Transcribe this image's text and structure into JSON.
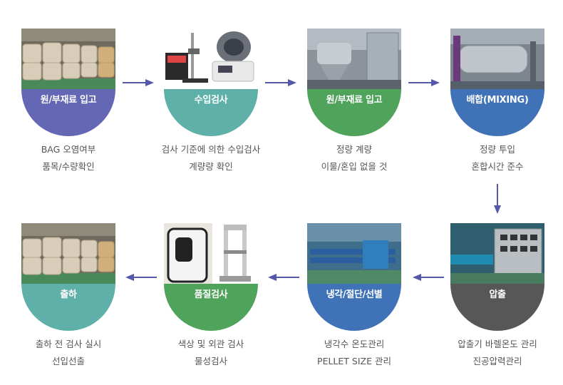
{
  "colors": {
    "purple": "#6468B4",
    "teal": "#5FB0A8",
    "green": "#4FA35B",
    "blue": "#3F72B6",
    "gray": "#575757",
    "arrow": "#5557A8"
  },
  "steps": [
    {
      "label": "원/부재료 입고",
      "color": "purple",
      "photo": "warehouse-bags-photo",
      "desc": [
        "BAG 오염여부",
        "품목/수량확인"
      ]
    },
    {
      "label": "수입검사",
      "color": "teal",
      "photo": "inspection-instruments-photo",
      "desc": [
        "검사 기준에 의한 수입검사",
        "계량량 확인"
      ]
    },
    {
      "label": "원/부재료 입고",
      "color": "green",
      "photo": "weighing-room-photo",
      "desc": [
        "정량 계량",
        "이물/혼입 없을 것"
      ]
    },
    {
      "label": "배합(MIXING)",
      "color": "blue",
      "photo": "mixing-machine-photo",
      "desc": [
        "정량 투입",
        "혼합시간 준수"
      ]
    },
    {
      "label": "압출",
      "color": "gray",
      "photo": "extruder-control-panel-photo",
      "desc": [
        "압출기 바렐온도 관리",
        "진공압력관리"
      ]
    },
    {
      "label": "냉각/절단/선별",
      "color": "blue",
      "photo": "cooling-cutting-line-photo",
      "desc": [
        "냉각수 온도관리",
        "PELLET SIZE 관리"
      ]
    },
    {
      "label": "품질검사",
      "color": "green",
      "photo": "quality-testing-machines-photo",
      "desc": [
        "색상 및 외관 검사",
        "물성검사"
      ]
    },
    {
      "label": "출하",
      "color": "teal",
      "photo": "shipping-bags-photo",
      "desc": [
        "출하 전 검사 실시",
        "선입선출"
      ]
    }
  ]
}
